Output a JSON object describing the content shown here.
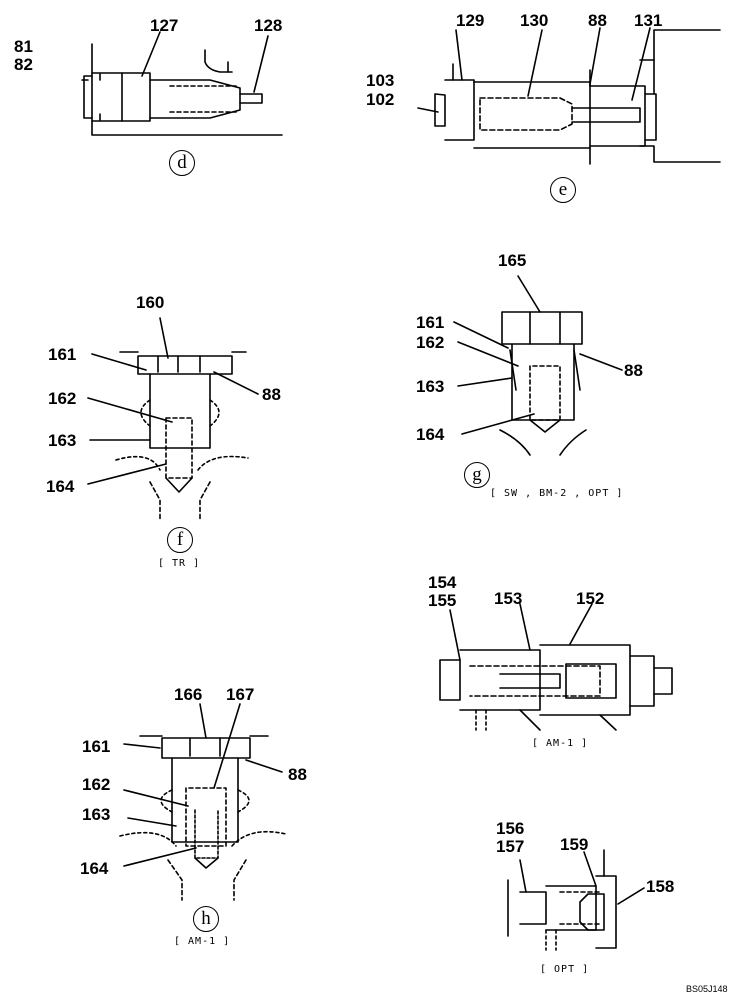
{
  "views": {
    "d": {
      "marker": "d",
      "labels": [
        "81",
        "82",
        "127",
        "128"
      ]
    },
    "e": {
      "marker": "e",
      "labels": [
        "129",
        "130",
        "88",
        "131",
        "103",
        "102"
      ]
    },
    "f": {
      "marker": "f",
      "caption": "[ TR ]",
      "labels": [
        "160",
        "161",
        "88",
        "162",
        "163",
        "164"
      ]
    },
    "g": {
      "marker": "g",
      "caption": "[ SW , BM-2 , OPT ]",
      "labels": [
        "165",
        "161",
        "162",
        "88",
        "163",
        "164"
      ]
    },
    "am1_relief": {
      "caption": "[ AM-1 ]",
      "labels": [
        "154",
        "155",
        "153",
        "152"
      ]
    },
    "h": {
      "marker": "h",
      "caption": "[ AM-1 ]",
      "labels": [
        "166",
        "167",
        "161",
        "88",
        "162",
        "163",
        "164"
      ]
    },
    "opt": {
      "caption": "[ OPT ]",
      "labels": [
        "156",
        "157",
        "159",
        "158"
      ]
    }
  },
  "drawing_code": "BS05J148"
}
